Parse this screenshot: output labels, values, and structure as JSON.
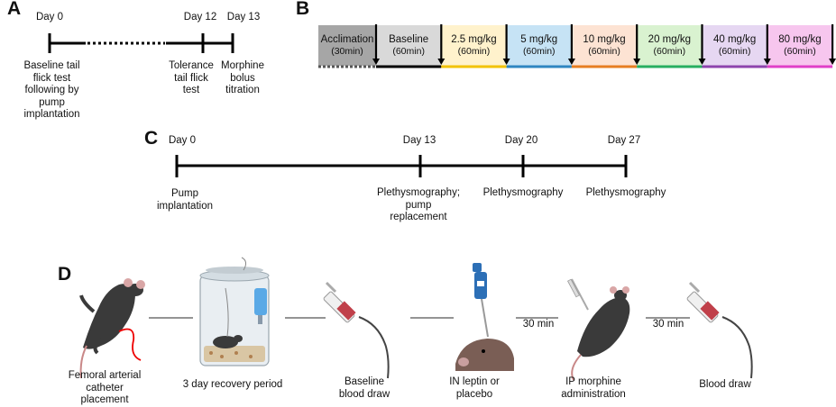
{
  "panels": {
    "a": "A",
    "b": "B",
    "c": "C",
    "d": "D"
  },
  "panel_a": {
    "day0": "Day 0",
    "day12": "Day 12",
    "day13": "Day 13",
    "event0": [
      "Baseline tail",
      "flick test",
      "following by",
      "pump",
      "implantation"
    ],
    "event12": [
      "Tolerance",
      "tail flick",
      "test"
    ],
    "event13": [
      "Morphine",
      "bolus",
      "titration"
    ]
  },
  "panel_b": {
    "segments": [
      {
        "label": "Acclimation",
        "duration": "(30min)",
        "color": "#a6a6a6"
      },
      {
        "label": "Baseline",
        "duration": "(60min)",
        "color": "#d9d9d9"
      },
      {
        "label": "2.5 mg/kg",
        "duration": "(60min)",
        "color": "#fff2cc"
      },
      {
        "label": "5 mg/kg",
        "duration": "(60min)",
        "color": "#c6e3f5"
      },
      {
        "label": "10 mg/kg",
        "duration": "(60min)",
        "color": "#fde3d3"
      },
      {
        "label": "20 mg/kg",
        "duration": "(60min)",
        "color": "#d9f2d0"
      },
      {
        "label": "40 mg/kg",
        "duration": "(60min)",
        "color": "#e6d7f2"
      },
      {
        "label": "80 mg/kg",
        "duration": "(60min)",
        "color": "#f7c6ee"
      }
    ],
    "underline_colors": [
      "#555555",
      "#000000",
      "#f2c200",
      "#2e86c1",
      "#e67e22",
      "#27ae60",
      "#8e44ad",
      "#e040c8"
    ]
  },
  "panel_c": {
    "day0": "Day 0",
    "day13": "Day 13",
    "day20": "Day 20",
    "day27": "Day 27",
    "event0": [
      "Pump",
      "implantation"
    ],
    "event13": [
      "Plethysmography;",
      "pump",
      "replacement"
    ],
    "event20": [
      "Plethysmography"
    ],
    "event27": [
      "Plethysmography"
    ]
  },
  "panel_d": {
    "steps": [
      [
        "Femoral arterial",
        "catheter",
        "placement"
      ],
      [
        "3 day recovery period"
      ],
      [
        "Baseline",
        "blood draw"
      ],
      [
        "IN  leptin or",
        "placebo"
      ],
      [
        "IP morphine",
        "administration"
      ],
      [
        "Blood draw"
      ]
    ],
    "gap1": "30 min",
    "gap2": "30 min"
  }
}
